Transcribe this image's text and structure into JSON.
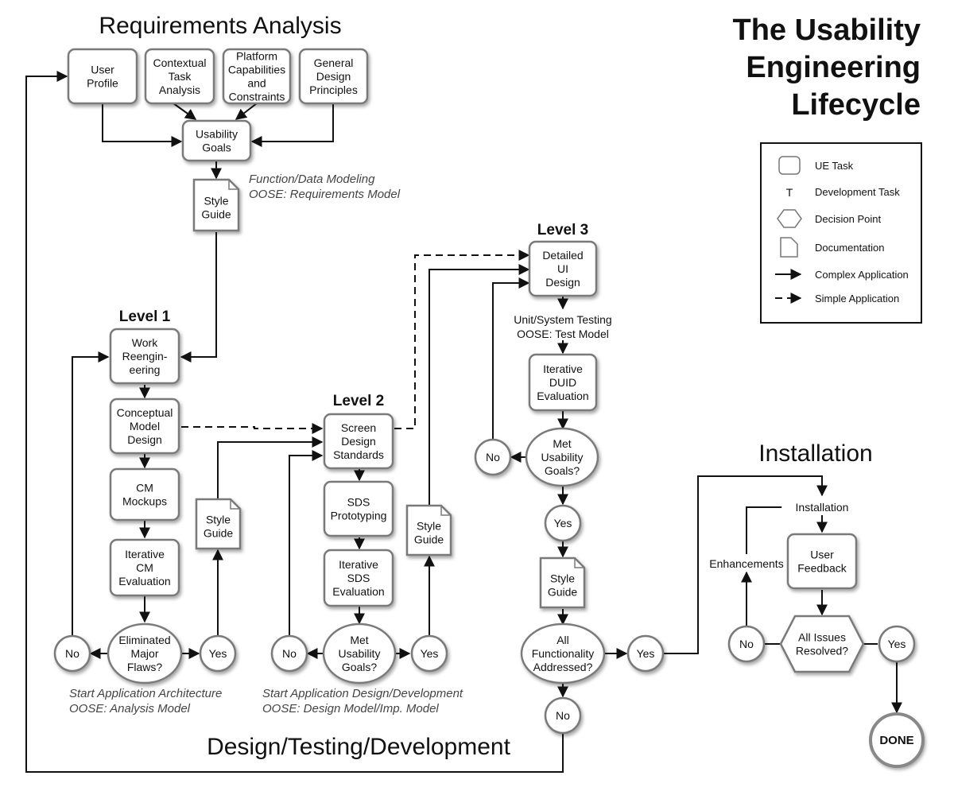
{
  "title": {
    "lines": [
      "The Usability",
      "Engineering",
      "Lifecycle"
    ]
  },
  "sections": {
    "requirements": "Requirements Analysis",
    "design": "Design/Testing/Development",
    "installation": "Installation"
  },
  "levels": {
    "l1": "Level 1",
    "l2": "Level 2",
    "l3": "Level 3"
  },
  "notes": {
    "n1a": "Function/Data Modeling",
    "n1b": "OOSE: Requirements Model",
    "n2a": "Start Application Architecture",
    "n2b": "OOSE: Analysis Model",
    "n3a": "Start Application Design/Development",
    "n3b": "OOSE: Design Model/Imp. Model",
    "n4a": "Unit/System Testing",
    "n4b": "OOSE: Test Model"
  },
  "nodes": {
    "user_profile": [
      "User",
      "Profile"
    ],
    "contextual_task": [
      "Contextual",
      "Task",
      "Analysis"
    ],
    "platform": [
      "Platform",
      "Capabilities",
      "and",
      "Constraints"
    ],
    "general_design": [
      "General",
      "Design",
      "Principles"
    ],
    "usability_goals": [
      "Usability",
      "Goals"
    ],
    "style_guide_req": [
      "Style",
      "Guide"
    ],
    "work_reeng": [
      "Work",
      "Reengin-",
      "eering"
    ],
    "conceptual_model": [
      "Conceptual",
      "Model",
      "Design"
    ],
    "cm_mockups": [
      "CM",
      "Mockups"
    ],
    "iter_cm": [
      "Iterative",
      "CM",
      "Evaluation"
    ],
    "elim_flaws": [
      "Eliminated",
      "Major",
      "Flaws?"
    ],
    "no_l1": [
      "No"
    ],
    "yes_l1": [
      "Yes"
    ],
    "style_guide_l1": [
      "Style",
      "Guide"
    ],
    "screen_std": [
      "Screen",
      "Design",
      "Standards"
    ],
    "sds_proto": [
      "SDS",
      "Prototyping"
    ],
    "iter_sds": [
      "Iterative",
      "SDS",
      "Evaluation"
    ],
    "met_goals_l2": [
      "Met",
      "Usability",
      "Goals?"
    ],
    "no_l2": [
      "No"
    ],
    "yes_l2": [
      "Yes"
    ],
    "style_guide_l2": [
      "Style",
      "Guide"
    ],
    "detailed_ui": [
      "Detailed",
      "UI",
      "Design"
    ],
    "iter_duid": [
      "Iterative",
      "DUID",
      "Evaluation"
    ],
    "met_goals_l3": [
      "Met",
      "Usability",
      "Goals?"
    ],
    "no_l3": [
      "No"
    ],
    "yes_l3": [
      "Yes"
    ],
    "style_guide_l3": [
      "Style",
      "Guide"
    ],
    "all_func": [
      "All",
      "Functionality",
      "Addressed?"
    ],
    "yes_func": [
      "Yes"
    ],
    "no_func": [
      "No"
    ],
    "installation_node": [
      "Installation"
    ],
    "enhancements": [
      "Enhancements"
    ],
    "user_feedback": [
      "User",
      "Feedback"
    ],
    "all_issues": [
      "All Issues",
      "Resolved?"
    ],
    "no_inst": [
      "No"
    ],
    "yes_inst": [
      "Yes"
    ],
    "done": [
      "DONE"
    ]
  },
  "legend": {
    "ue_task": "UE Task",
    "dev_task_symbol": "T",
    "dev_task": "Development Task",
    "decision": "Decision Point",
    "documentation": "Documentation",
    "complex": "Complex Application",
    "simple": "Simple Application"
  }
}
